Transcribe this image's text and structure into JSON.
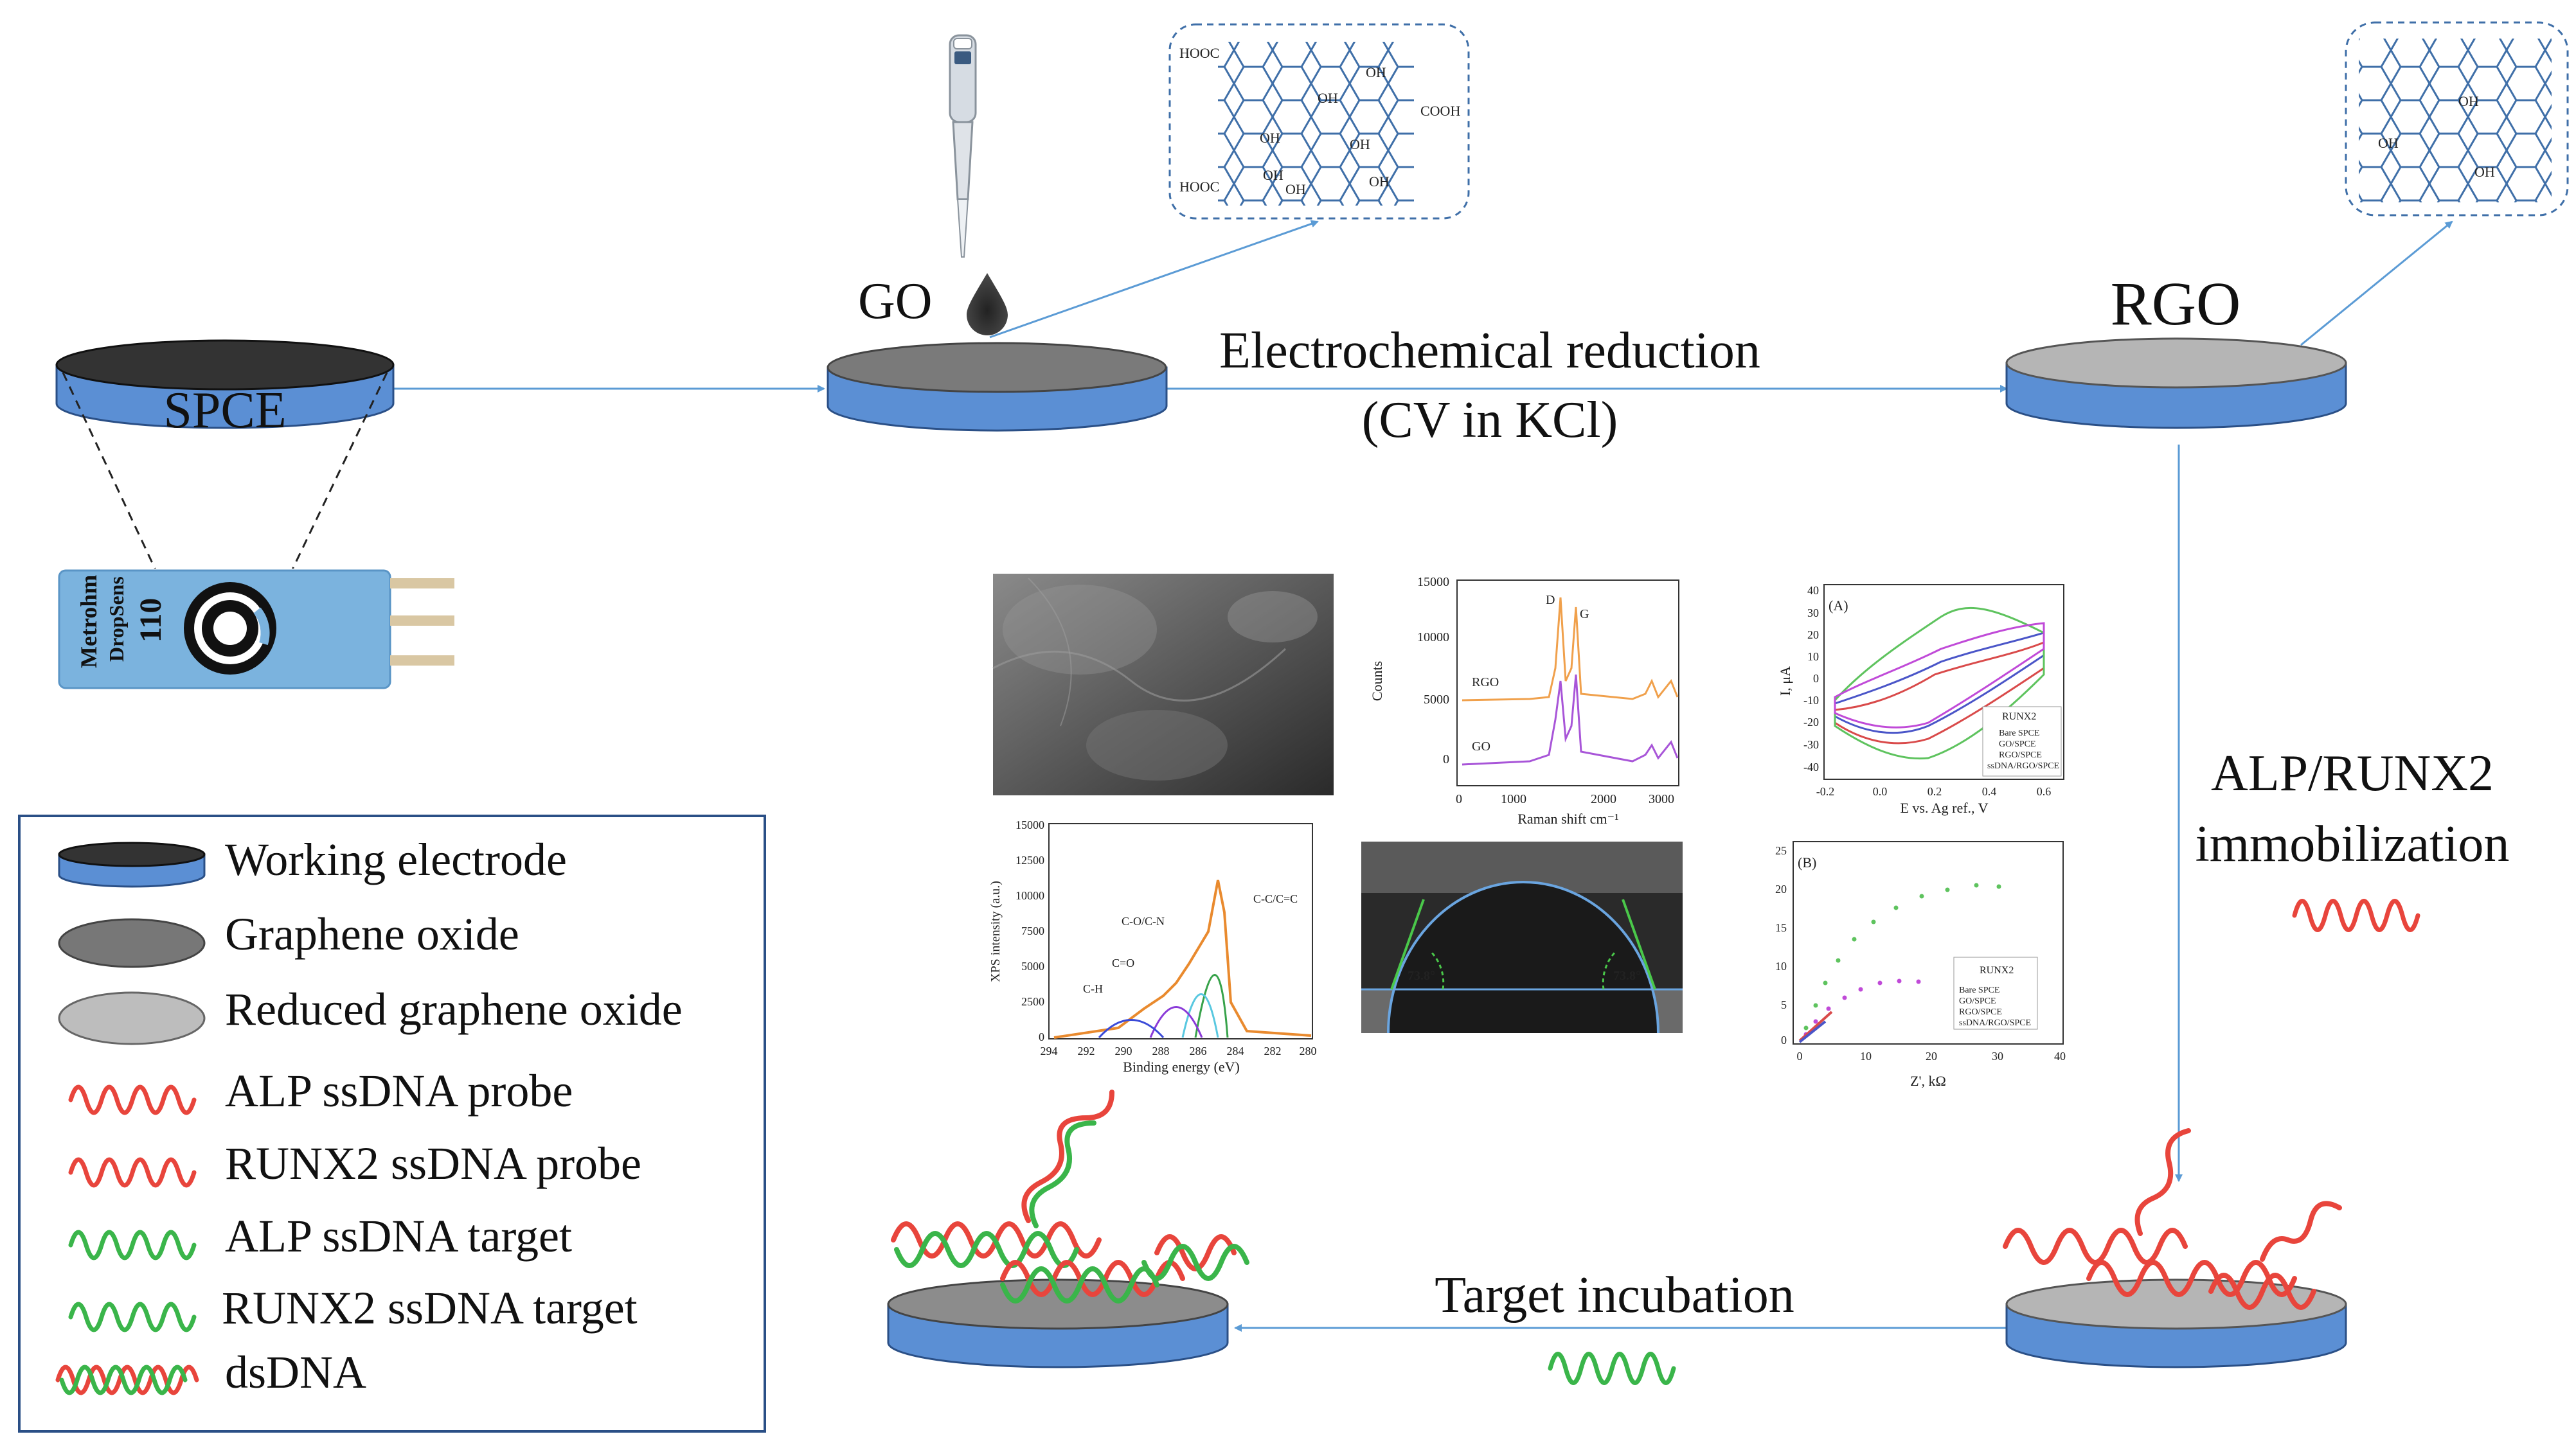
{
  "labels": {
    "spce": "SPCE",
    "go": "GO",
    "rgo": "RGO",
    "reduction_line1": "Electrochemical reduction",
    "reduction_line2": "(CV in KCl)",
    "immob_line1": "ALP/RUNX2",
    "immob_line2": "immobilization",
    "target_incubation": "Target incubation"
  },
  "electrode_strip": {
    "brand": "Metrohm",
    "product": "DropSens",
    "model": "110"
  },
  "go_molecule": {
    "groups": [
      "HOOC",
      "OH",
      "OH",
      "COOH",
      "OH",
      "OH",
      "OH",
      "HOOC",
      "OH",
      "OH"
    ]
  },
  "rgo_molecule": {
    "groups": [
      "OH",
      "OH",
      "OH"
    ]
  },
  "legend": {
    "items": [
      {
        "label": "Working electrode",
        "symbol": "dark-electrode"
      },
      {
        "label": "Graphene oxide",
        "symbol": "dark-grey-disc"
      },
      {
        "label": "Reduced graphene oxide",
        "symbol": "light-grey-disc"
      },
      {
        "label": "ALP ssDNA probe",
        "symbol": "red-wave"
      },
      {
        "label": "RUNX2 ssDNA probe",
        "symbol": "red-wave"
      },
      {
        "label": "ALP ssDNA target",
        "symbol": "green-wave"
      },
      {
        "label": "RUNX2 ssDNA target",
        "symbol": "green-wave"
      },
      {
        "label": "dsDNA",
        "symbol": "red-green-double-wave"
      }
    ]
  },
  "raman": {
    "ylabel": "Counts",
    "xlabel": "Raman shift cm⁻¹",
    "yticks": [
      "15000",
      "10000",
      "5000",
      "0"
    ],
    "xticks": [
      "0",
      "1000",
      "2000",
      "3000"
    ],
    "series": [
      "RGO",
      "GO"
    ],
    "peaks": [
      "D",
      "G"
    ]
  },
  "cv": {
    "panel": "(A)",
    "ylabel": "I, μA",
    "xlabel": "E vs. Ag ref., V",
    "yticks": [
      "40",
      "30",
      "20",
      "10",
      "0",
      "-10",
      "-20",
      "-30",
      "-40"
    ],
    "xticks": [
      "-0.2",
      "0.0",
      "0.2",
      "0.4",
      "0.6"
    ],
    "legend_title": "RUNX2",
    "legend": [
      "Bare SPCE",
      "GO/SPCE",
      "RGO/SPCE",
      "ssDNA/RGO/SPCE"
    ]
  },
  "xps": {
    "ylabel": "XPS intensity (a.u.)",
    "xlabel": "Binding energy (eV)",
    "yticks": [
      "15000",
      "12500",
      "10000",
      "7500",
      "5000",
      "2500",
      "0"
    ],
    "xticks": [
      "294",
      "292",
      "290",
      "288",
      "286",
      "284",
      "282",
      "280"
    ],
    "peaks": [
      "C-C/C=C",
      "C-O/C-N",
      "C=O",
      "C-H"
    ]
  },
  "contact": {
    "angle_left": "73.8°",
    "angle_right": "73.8°"
  },
  "eis": {
    "panel": "(B)",
    "xlabel": "Z', kΩ",
    "yticks": [
      "25",
      "20",
      "15",
      "10",
      "5",
      "0"
    ],
    "xticks": [
      "0",
      "10",
      "20",
      "30",
      "40"
    ],
    "legend_title": "RUNX2",
    "legend": [
      "Bare SPCE",
      "GO/SPCE",
      "RGO/SPCE",
      "ssDNA/RGO/SPCE"
    ]
  },
  "colors": {
    "electrode_blue": "#5b8fd4",
    "electrode_dark": "#333333",
    "go_grey": "#7a7a7a",
    "rgo_grey": "#b5b5b5",
    "arrow_blue": "#5b9bd5",
    "probe_red": "#e8453c",
    "target_green": "#3ab54a",
    "molecule_blue": "#3f6fa8"
  }
}
